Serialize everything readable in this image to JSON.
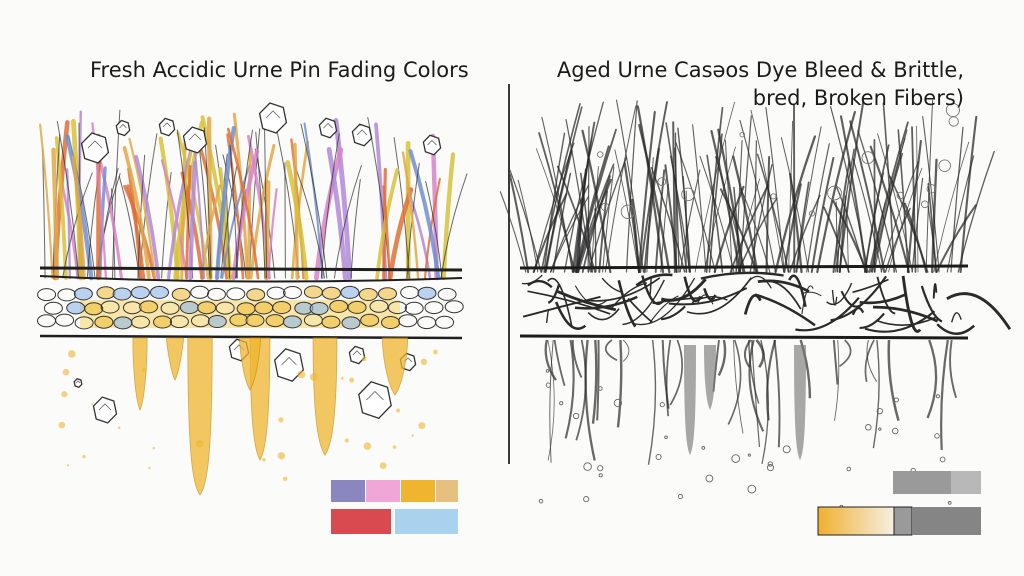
{
  "panels": [
    {
      "id": "fresh",
      "caption_lines": [
        "Fresh Accidic Urne Pin Fading Colors"
      ],
      "fiber_colors": [
        "#e0a848",
        "#6e8fd0",
        "#d783c9",
        "#e06f37",
        "#d7c13b",
        "#b088d8"
      ],
      "drip_color": "#f0b52e",
      "swatches": [
        {
          "color": "#8a86c0"
        },
        {
          "color": "#f0a6d6"
        },
        {
          "color": "#f0b52e"
        },
        {
          "color": "#e6c07e"
        },
        {
          "color": "#d84a50"
        },
        {
          "color": "#a8d2ee"
        }
      ]
    },
    {
      "id": "aged",
      "caption_lines": [
        "Aged Urne Casəos Dye Bleed & Brittle,",
        "bred, Broken Fibers)"
      ],
      "fiber_color": "#2a2a2a",
      "drip_color": "#7a7a7a",
      "swatches": [
        {
          "color": "#9a9a9a"
        },
        {
          "color": "#b8b8b8"
        },
        {
          "color": "#f0b030"
        },
        {
          "color": "#858585"
        }
      ]
    }
  ]
}
